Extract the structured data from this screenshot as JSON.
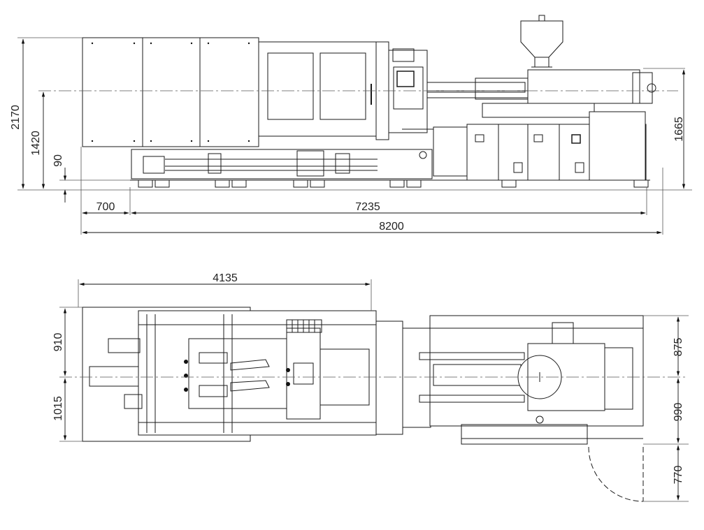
{
  "side_view": {
    "overall_height": "2170",
    "center_height": "1420",
    "base_height": "90",
    "hopper_height": "1665",
    "front_overhang": "700",
    "frame_length": "7235",
    "total_length": "8200"
  },
  "top_view": {
    "clamp_length": "4135",
    "rear_half_width": "910",
    "front_half_width": "1015",
    "right_upper_width": "875",
    "right_lower_width": "990",
    "door_swing": "770"
  },
  "colors": {
    "line": "#1a1a1a",
    "centerline": "#555555",
    "fill": "#ffffff"
  }
}
